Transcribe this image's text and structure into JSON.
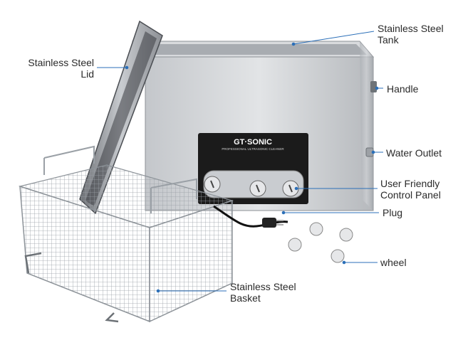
{
  "product": {
    "brand": "GT·SONIC",
    "subtitle": "PROFESSIONAL ULTRASONIC CLEANER"
  },
  "callouts": {
    "tank": "Stainless Steel\nTank",
    "lid": "Stainless Steel\nLid",
    "handle": "Handle",
    "water_outlet": "Water Outlet",
    "control_panel": "User Friendly\nControl Panel",
    "plug": "Plug",
    "wheel": "wheel",
    "basket": "Stainless Steel\nBasket"
  },
  "colors": {
    "callout_line": "#2b6fb8",
    "steel": "#b9bcc0",
    "panel": "#1b1b1b"
  }
}
